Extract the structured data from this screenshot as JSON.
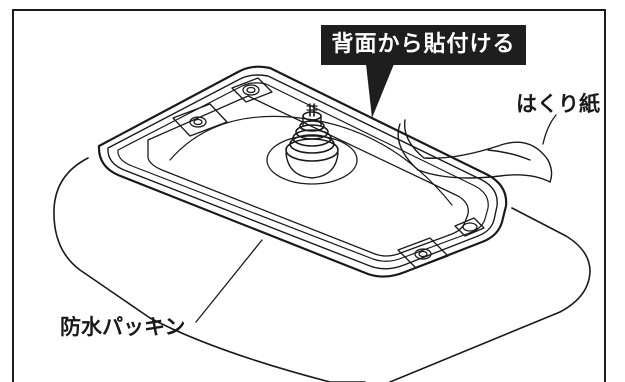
{
  "labels": {
    "back_attach": "背面から貼付ける",
    "release_paper": "はくり紙",
    "waterproof_packing": "防水パッキン"
  },
  "colors": {
    "line": "#1a1a1a",
    "callout_bg": "#1e1e1e",
    "callout_text": "#ffffff",
    "background": "#ffffff"
  }
}
